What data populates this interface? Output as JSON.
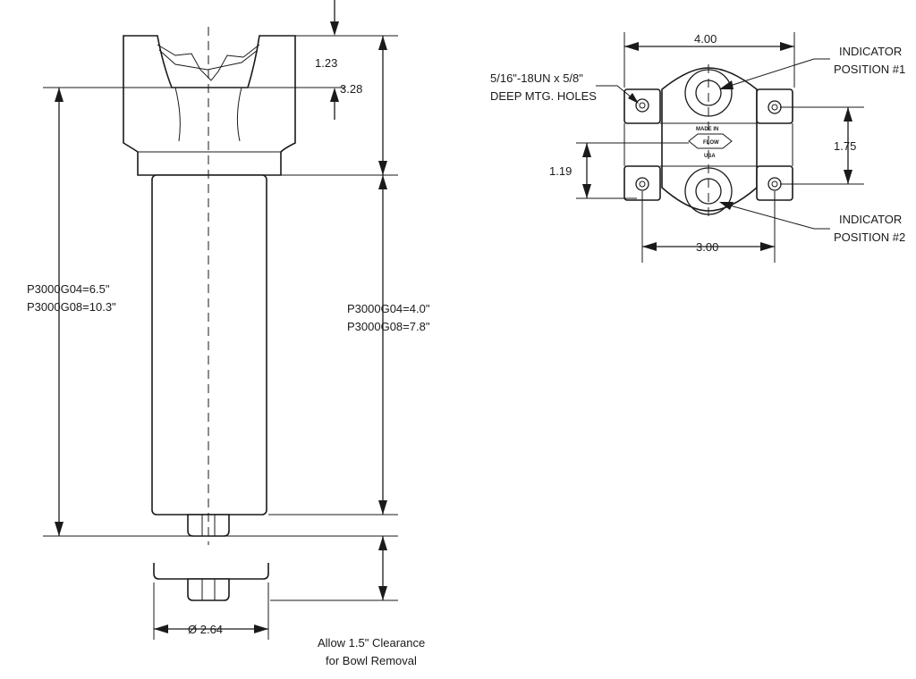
{
  "side_view": {
    "dim_head_top": "1.23",
    "dim_head_total": "3.28",
    "overall_length_line1": "P3000G04=6.5\"",
    "overall_length_line2": "P3000G08=10.3\"",
    "bowl_length_line1": "P3000G04=4.0\"",
    "bowl_length_line2": "P3000G08=7.8\"",
    "bowl_diameter": "Ø 2.64",
    "clearance_line1": "Allow 1.5\" Clearance",
    "clearance_line2": "for Bowl Removal"
  },
  "top_view": {
    "dim_width": "4.00",
    "dim_hole_spacing_x": "3.00",
    "dim_hole_spacing_y": "1.75",
    "dim_port_offset": "1.19",
    "mounting_note_line1": "5/16\"-18UN x 5/8\"",
    "mounting_note_line2": "DEEP MTG. HOLES",
    "indicator1_line1": "INDICATOR",
    "indicator1_line2": "POSITION #1",
    "indicator2_line1": "INDICATOR",
    "indicator2_line2": "POSITION #2",
    "badge_made_in": "MADE IN",
    "badge_flow": "FLOW",
    "badge_usa": "USA"
  }
}
